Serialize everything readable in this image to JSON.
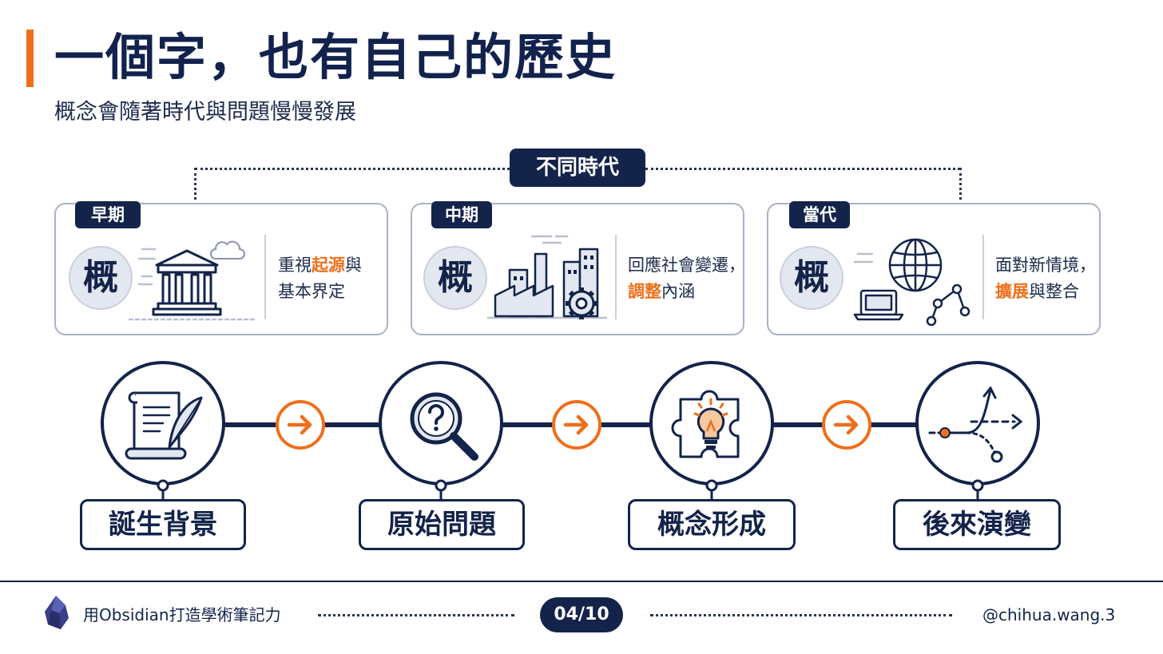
{
  "title": "一個字，也有自己的歷史",
  "subtitle": "概念會隨著時代與問題慢慢發展",
  "era_label": "不同時代",
  "eras": [
    {
      "tag": "早期",
      "char": "概",
      "icon": "classical-building-icon",
      "desc_line1_a": "重視",
      "desc_line1_hl": "起源",
      "desc_line1_b": "與",
      "desc_line2_hl": "",
      "desc_line2": "基本界定"
    },
    {
      "tag": "中期",
      "char": "概",
      "icon": "factory-gear-icon",
      "desc_line1_a": "回應社會變遷，",
      "desc_line1_hl": "",
      "desc_line1_b": "",
      "desc_line2_hl": "調整",
      "desc_line2": "內涵"
    },
    {
      "tag": "當代",
      "char": "概",
      "icon": "globe-laptop-network-icon",
      "desc_line1_a": "面對新情境，",
      "desc_line1_hl": "",
      "desc_line1_b": "",
      "desc_line2_hl": "擴展",
      "desc_line2": "與整合"
    }
  ],
  "stages": [
    {
      "label": "誕生背景",
      "icon": "scroll-quill-icon"
    },
    {
      "label": "原始問題",
      "icon": "magnifier-question-icon"
    },
    {
      "label": "概念形成",
      "icon": "puzzle-lightbulb-icon"
    },
    {
      "label": "後來演變",
      "icon": "branching-paths-icon"
    }
  ],
  "footer": {
    "brand": "用Obsidian打造學術筆記力",
    "page": "04/10",
    "handle": "@chihua.wang.3"
  },
  "colors": {
    "navy": "#13234a",
    "accent": "#ee6f1b",
    "card_border": "#aab2c4",
    "chip_bg": "#e3e7ef"
  }
}
